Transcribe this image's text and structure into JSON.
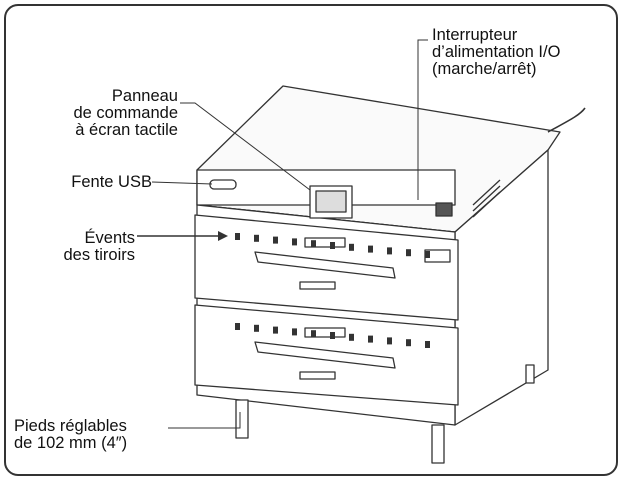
{
  "labels": {
    "power_switch": [
      "Interrupteur",
      "d’alimentation I/O",
      "(marche/arrêt)"
    ],
    "control_panel": [
      "Panneau",
      "de commande",
      "à écran tactile"
    ],
    "usb_slot": [
      "Fente USB"
    ],
    "drawer_vents": [
      "Évents",
      "des tiroirs"
    ],
    "adjustable_feet": [
      "Pieds réglables",
      "de 102 mm (4″)"
    ]
  },
  "colors": {
    "line": "#333333",
    "text": "#111111",
    "background": "#ffffff"
  }
}
